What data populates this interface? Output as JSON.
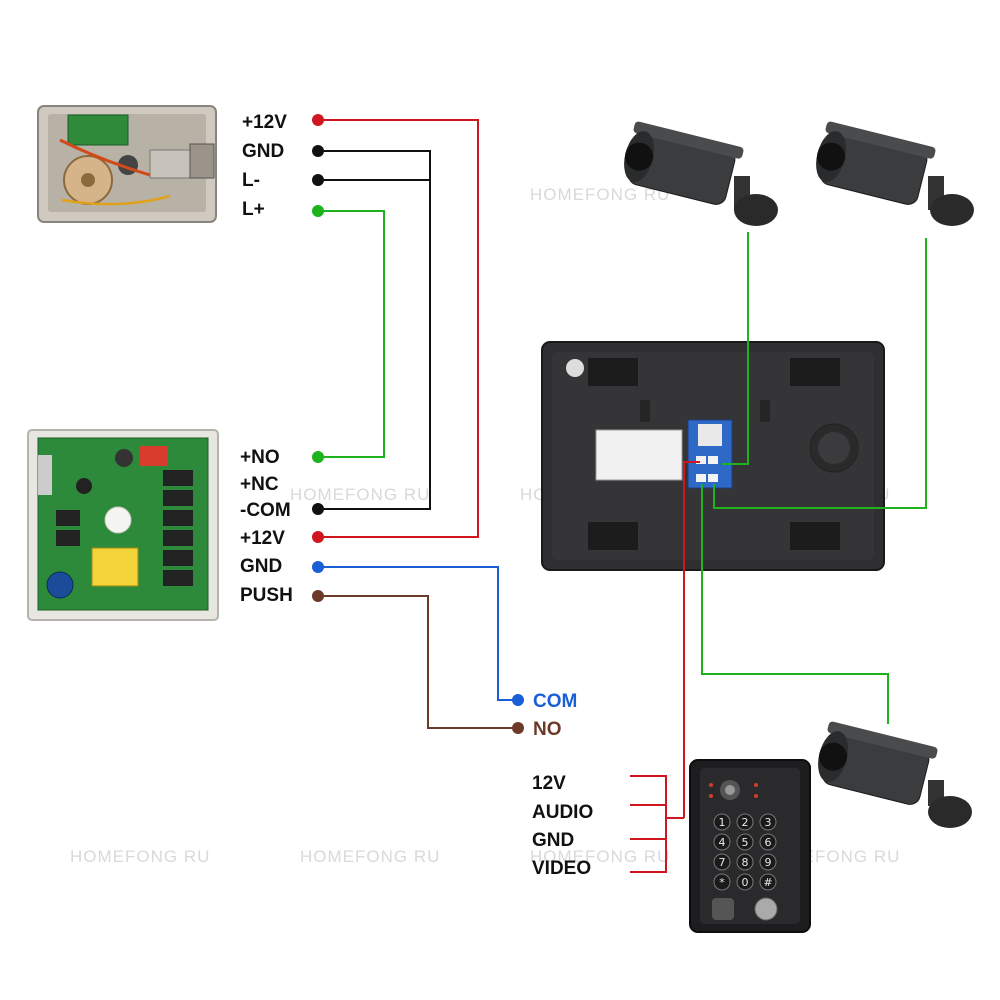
{
  "watermark": "HOMEFONG RU",
  "lock_terminals": [
    "+12V",
    "GND",
    "L-",
    "L+"
  ],
  "power_terminals": [
    "+NO",
    "+NC",
    "-COM",
    "+12V",
    "GND",
    "PUSH"
  ],
  "exit_button_terminals": [
    "COM",
    "NO"
  ],
  "doorbell_terminals": [
    "12V",
    "AUDIO",
    "GND",
    "VIDEO"
  ],
  "keypad_keys": [
    "1",
    "2",
    "3",
    "4",
    "5",
    "6",
    "7",
    "8",
    "9",
    "*",
    "0",
    "#"
  ],
  "colors": {
    "red": "#d0161e",
    "black": "#111111",
    "green": "#1db31d",
    "blue": "#1a5fd6",
    "brown": "#6b3a2a"
  }
}
